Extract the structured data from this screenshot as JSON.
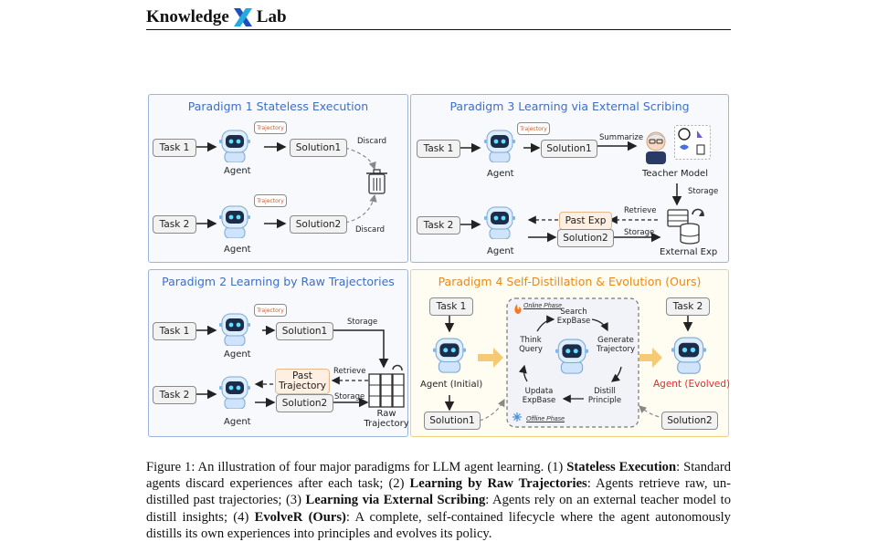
{
  "header": {
    "brand_left": "Knowledge",
    "brand_right": "Lab"
  },
  "panels": {
    "p1": {
      "title": "Paradigm 1 Stateless Execution",
      "task1": "Task 1",
      "task2": "Task 2",
      "agent": "Agent",
      "solution1": "Solution1",
      "solution2": "Solution2",
      "discard": "Discard",
      "trajectory": "Trajectory"
    },
    "p2": {
      "title": "Paradigm 2 Learning by Raw Trajectories",
      "task1": "Task 1",
      "task2": "Task 2",
      "agent": "Agent",
      "solution1": "Solution1",
      "solution2": "Solution2",
      "storage": "Storage",
      "retrieve": "Retrieve",
      "past_trajectory_1": "Past",
      "past_trajectory_2": "Trajectory",
      "raw_1": "Raw",
      "raw_2": "Trajectory",
      "trajectory": "Trajectory"
    },
    "p3": {
      "title": "Paradigm 3 Learning via External Scribing",
      "task1": "Task 1",
      "task2": "Task 2",
      "agent": "Agent",
      "solution1": "Solution1",
      "solution2": "Solution2",
      "summarize": "Summarize",
      "teacher": "Teacher Model",
      "storage": "Storage",
      "retrieve": "Retrieve",
      "past_exp": "Past Exp",
      "external_exp": "External Exp",
      "trajectory": "Trajectory"
    },
    "p4": {
      "title": "Paradigm 4 Self-Distillation & Evolution (Ours)",
      "task1": "Task 1",
      "task2": "Task 2",
      "agent_initial": "Agent (Initial)",
      "agent_evolved": "Agent (Evolved)",
      "solution1": "Solution1",
      "solution2": "Solution2",
      "online_phase": "Online Phase",
      "offline_phase": "Offline Phase",
      "search_1": "Search",
      "search_2": "ExpBase",
      "think_1": "Think",
      "think_2": "Query",
      "generate_1": "Generate",
      "generate_2": "Trajectory",
      "update_1": "Updata",
      "update_2": "ExpBase",
      "distill_1": "Distill",
      "distill_2": "Principle"
    }
  },
  "caption": {
    "prefix": "Figure 1: An illustration of four major paradigms for LLM agent learning. (1) ",
    "b1": "Stateless Execution",
    "t1": ": Standard agents discard experiences after each task; (2) ",
    "b2": "Learning by Raw Trajectories",
    "t2": ": Agents retrieve raw, un-distilled past trajectories; (3) ",
    "b3": "Learning via External Scribing",
    "t3": ": Agents rely on an external teacher model to distill insights; (4) ",
    "b4": "EvolveR (Ours)",
    "t4": ": A complete, self-contained lifecycle where the agent autonomously distills its own experiences into principles and evolves its policy."
  },
  "colors": {
    "panel_border": "#9db4dd",
    "panel4_border": "#f3cf7a",
    "title_blue": "#3f6fbf",
    "title_gold": "#e38a22",
    "evolved_red": "#d9302c"
  }
}
